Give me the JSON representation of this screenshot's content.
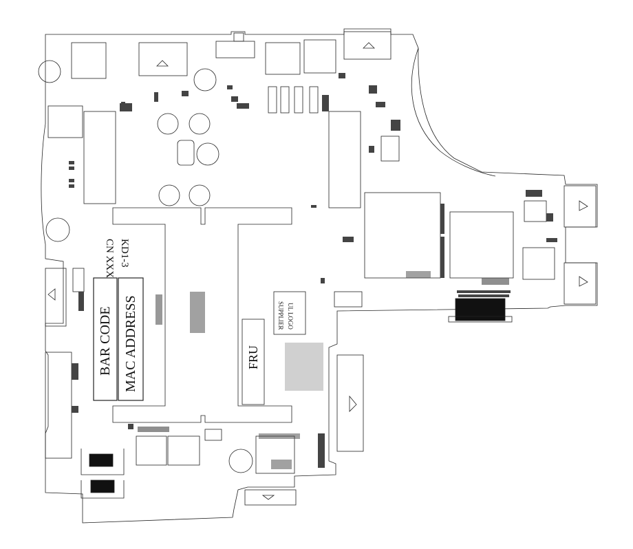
{
  "board": {
    "labels": {
      "cn": "CN XXX",
      "kd": "KD1-3",
      "bar_code": "BAR CODE",
      "mac_address": "MAC ADDRESS",
      "fru": "FRU",
      "supplier": "SUPPLIER",
      "ul_logo": "UL LOGO"
    }
  }
}
